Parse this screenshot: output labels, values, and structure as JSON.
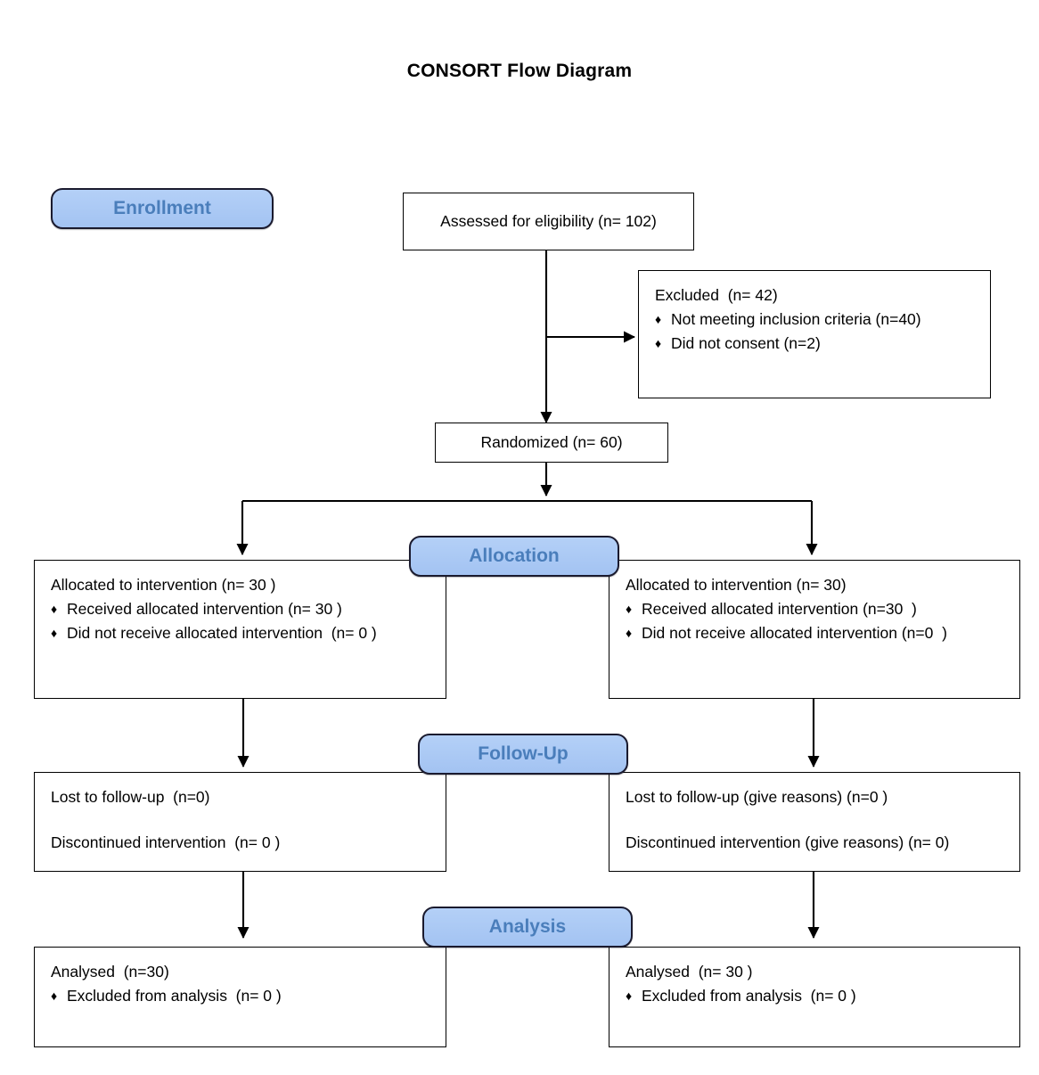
{
  "title": "CONSORT Flow Diagram",
  "theme": {
    "stage_fill": "#a9c9f5",
    "stage_text": "#4a7ebb",
    "stage_border": "#1a1a2e",
    "box_border": "#000000",
    "box_fill": "#ffffff",
    "text": "#000000",
    "page_bg": "#ffffff"
  },
  "stages": {
    "enrollment": "Enrollment",
    "allocation": "Allocation",
    "followup": "Follow-Up",
    "analysis": "Analysis"
  },
  "bullet_glyph": "♦",
  "boxes": {
    "assessed": {
      "lines": [
        {
          "text": "Assessed for eligibility (n= 102)",
          "bullet": false
        }
      ]
    },
    "excluded": {
      "lines": [
        {
          "text": "Excluded  (n= 42)",
          "bullet": false
        },
        {
          "text": "Not meeting inclusion criteria (n=40)",
          "bullet": true
        },
        {
          "text": "Did not consent (n=2)",
          "bullet": true
        }
      ]
    },
    "randomized": {
      "lines": [
        {
          "text": "Randomized (n= 60)",
          "bullet": false
        }
      ]
    },
    "allocated_left": {
      "lines": [
        {
          "text": "Allocated to intervention (n= 30 )",
          "bullet": false
        },
        {
          "text": "Received allocated intervention (n= 30 )",
          "bullet": true
        },
        {
          "text": "Did not receive allocated intervention  (n= 0 )",
          "bullet": true
        }
      ]
    },
    "allocated_right": {
      "lines": [
        {
          "text": "Allocated to intervention (n= 30)",
          "bullet": false
        },
        {
          "text": "Received allocated intervention (n=30  )",
          "bullet": true
        },
        {
          "text": "Did not receive allocated intervention (n=0  )",
          "bullet": true
        }
      ]
    },
    "followup_left": {
      "lines": [
        {
          "text": "Lost to follow-up  (n=0)",
          "bullet": false
        },
        {
          "text": "Discontinued intervention  (n= 0 )",
          "bullet": false
        }
      ]
    },
    "followup_right": {
      "lines": [
        {
          "text": "Lost to follow-up (give reasons) (n=0 )",
          "bullet": false
        },
        {
          "text": "Discontinued intervention (give reasons) (n= 0)",
          "bullet": false
        }
      ]
    },
    "analysis_left": {
      "lines": [
        {
          "text": "Analysed  (n=30)",
          "bullet": false
        },
        {
          "text": "Excluded from analysis  (n= 0 )",
          "bullet": true
        }
      ]
    },
    "analysis_right": {
      "lines": [
        {
          "text": "Analysed  (n= 30 )",
          "bullet": false
        },
        {
          "text": "Excluded from analysis  (n= 0 )",
          "bullet": true
        }
      ]
    }
  },
  "chart_data": {
    "type": "diagram",
    "title": "CONSORT Flow Diagram",
    "nodes": [
      {
        "id": "assessed",
        "stage": "Enrollment",
        "label": "Assessed for eligibility",
        "n": 102
      },
      {
        "id": "excluded",
        "stage": "Enrollment",
        "label": "Excluded",
        "n": 42,
        "reasons": [
          {
            "label": "Not meeting inclusion criteria",
            "n": 40
          },
          {
            "label": "Did not consent",
            "n": 2
          }
        ]
      },
      {
        "id": "randomized",
        "stage": "Enrollment",
        "label": "Randomized",
        "n": 60
      },
      {
        "id": "allocated_left",
        "stage": "Allocation",
        "label": "Allocated to intervention",
        "n": 30,
        "received": 30,
        "not_received": 0
      },
      {
        "id": "allocated_right",
        "stage": "Allocation",
        "label": "Allocated to intervention",
        "n": 30,
        "received": 30,
        "not_received": 0
      },
      {
        "id": "followup_left",
        "stage": "Follow-Up",
        "lost_to_followup": 0,
        "discontinued": 0
      },
      {
        "id": "followup_right",
        "stage": "Follow-Up",
        "lost_to_followup": 0,
        "discontinued": 0
      },
      {
        "id": "analysis_left",
        "stage": "Analysis",
        "analysed": 30,
        "excluded_from_analysis": 0
      },
      {
        "id": "analysis_right",
        "stage": "Analysis",
        "analysed": 30,
        "excluded_from_analysis": 0
      }
    ],
    "edges": [
      {
        "from": "assessed",
        "to": "excluded"
      },
      {
        "from": "assessed",
        "to": "randomized"
      },
      {
        "from": "randomized",
        "to": "allocated_left"
      },
      {
        "from": "randomized",
        "to": "allocated_right"
      },
      {
        "from": "allocated_left",
        "to": "followup_left"
      },
      {
        "from": "allocated_right",
        "to": "followup_right"
      },
      {
        "from": "followup_left",
        "to": "analysis_left"
      },
      {
        "from": "followup_right",
        "to": "analysis_right"
      }
    ]
  }
}
